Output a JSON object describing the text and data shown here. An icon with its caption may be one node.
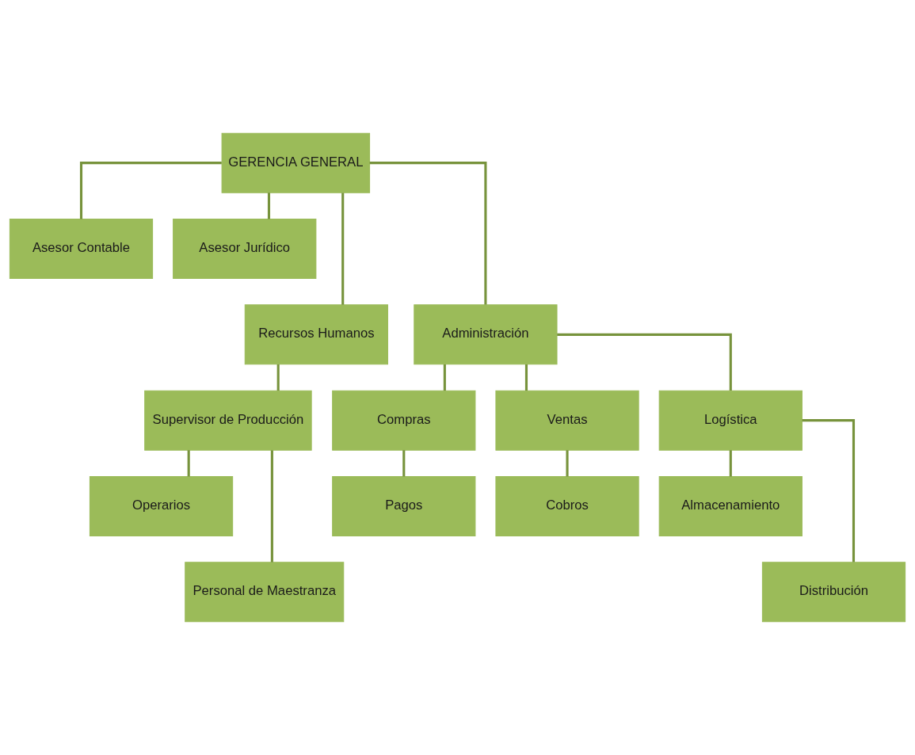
{
  "diagram": {
    "nodes": [
      {
        "text": [
          "GERENCIA GENERAL"
        ]
      },
      {
        "text": [
          "Asesor Contable"
        ]
      },
      {
        "text": [
          "Asesor Jurídico"
        ]
      },
      {
        "text": [
          "Recursos Humanos"
        ]
      },
      {
        "text": [
          "Administración"
        ]
      },
      {
        "text": [
          "Supervisor de Producción"
        ]
      },
      {
        "text": [
          "Compras"
        ]
      },
      {
        "text": [
          "Ventas"
        ]
      },
      {
        "text": [
          "Logística"
        ]
      },
      {
        "text": [
          "Operarios"
        ]
      },
      {
        "text": [
          "Personal de Maestranza"
        ]
      },
      {
        "text": [
          "Pagos"
        ]
      },
      {
        "text": [
          "Cobros"
        ]
      },
      {
        "text": [
          "Almacenamiento"
        ]
      },
      {
        "text": [
          "Distribución"
        ]
      }
    ],
    "edges": [
      {
        "from": 0,
        "to": 1,
        "arrow": "none"
      },
      {
        "from": 0,
        "to": 2,
        "arrow": "none"
      },
      {
        "from": 0,
        "to": 3,
        "arrow": "none"
      },
      {
        "from": 0,
        "to": 4,
        "arrow": "none"
      },
      {
        "from": 3,
        "to": 5,
        "arrow": "none"
      },
      {
        "from": 4,
        "to": 6,
        "arrow": "none"
      },
      {
        "from": 4,
        "to": 7,
        "arrow": "none"
      },
      {
        "from": 4,
        "to": 8,
        "arrow": "none"
      },
      {
        "from": 5,
        "to": 9,
        "arrow": "none"
      },
      {
        "from": 5,
        "to": 10,
        "arrow": "none"
      },
      {
        "from": 6,
        "to": 11,
        "arrow": "none"
      },
      {
        "from": 7,
        "to": 12,
        "arrow": "none"
      },
      {
        "from": 8,
        "to": 13,
        "arrow": "none"
      },
      {
        "from": 8,
        "to": 14,
        "arrow": "none"
      }
    ]
  }
}
